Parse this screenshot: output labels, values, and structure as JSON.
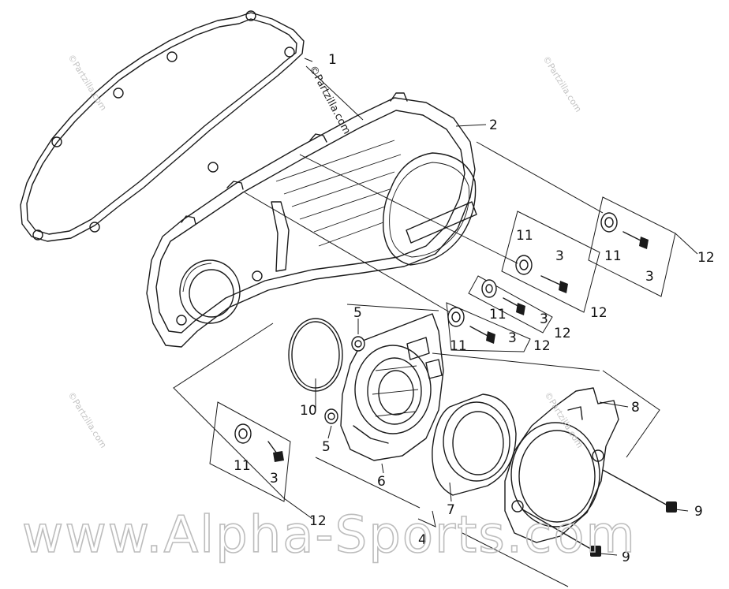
{
  "watermarks": {
    "main": "www.Alpha-Sports.com",
    "stamp": "©Partzilla.com"
  },
  "cover_brand": "",
  "callouts": [
    {
      "id": "c1",
      "text": "1"
    },
    {
      "id": "c2",
      "text": "2"
    },
    {
      "id": "c3a",
      "text": "3"
    },
    {
      "id": "c3b",
      "text": "3"
    },
    {
      "id": "c3c",
      "text": "3"
    },
    {
      "id": "c3d",
      "text": "3"
    },
    {
      "id": "c3e",
      "text": "3"
    },
    {
      "id": "c4",
      "text": "4"
    },
    {
      "id": "c5a",
      "text": "5"
    },
    {
      "id": "c5b",
      "text": "5"
    },
    {
      "id": "c6",
      "text": "6"
    },
    {
      "id": "c7",
      "text": "7"
    },
    {
      "id": "c8",
      "text": "8"
    },
    {
      "id": "c9a",
      "text": "9"
    },
    {
      "id": "c9b",
      "text": "9"
    },
    {
      "id": "c10",
      "text": "10"
    },
    {
      "id": "c11a",
      "text": "11"
    },
    {
      "id": "c11b",
      "text": "11"
    },
    {
      "id": "c11c",
      "text": "11"
    },
    {
      "id": "c11d",
      "text": "11"
    },
    {
      "id": "c11e",
      "text": "11"
    },
    {
      "id": "c12a",
      "text": "12"
    },
    {
      "id": "c12b",
      "text": "12"
    },
    {
      "id": "c12c",
      "text": "12"
    },
    {
      "id": "c12d",
      "text": "12"
    },
    {
      "id": "c12e",
      "text": "12"
    }
  ]
}
